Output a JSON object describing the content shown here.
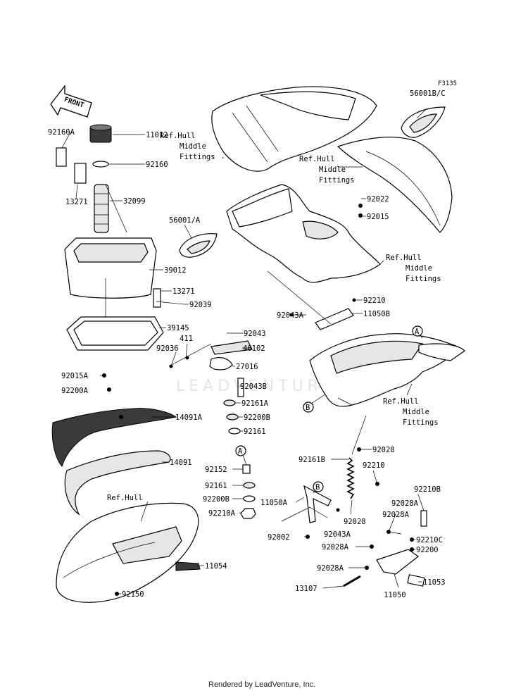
{
  "diagram_code": "F3135",
  "front_arrow_label": "FRONT",
  "watermark": "LEADVENTURE",
  "footer": "Rendered by LeadVenture, Inc.",
  "refs": {
    "ref_hull_1": [
      "Ref.Hull",
      "Middle",
      "Fittings"
    ],
    "ref_hull_2": [
      "Ref.Hull",
      "Middle",
      "Fittings"
    ],
    "ref_hull_3": [
      "Ref.Hull",
      "Middle",
      "Fittings"
    ],
    "ref_hull_4": [
      "Ref.Hull",
      "Middle",
      "Fittings"
    ],
    "ref_hull_5": "Ref.Hull"
  },
  "markers": {
    "a1": "A",
    "a2": "A",
    "b1": "B",
    "b2": "B"
  },
  "parts": {
    "p92160A": "92160A",
    "p11012": "11012",
    "p92160": "92160",
    "p13271a": "13271",
    "p32099": "32099",
    "p56001BC": "56001B/C",
    "p92022": "92022",
    "p92015": "92015",
    "p56001A": "56001/A",
    "p39012": "39012",
    "p13271b": "13271",
    "p92039": "92039",
    "p92210a": "92210",
    "p11050B": "11050B",
    "p92043A_a": "92043A",
    "p39145": "39145",
    "p92043": "92043",
    "p411": "411",
    "p92036": "92036",
    "p46102": "46102",
    "p27016": "27016",
    "p92015A": "92015A",
    "p92200A": "92200A",
    "p92043B": "92043B",
    "p92161A": "92161A",
    "p92200Ba": "92200B",
    "p92161a": "92161",
    "p14091A": "14091A",
    "p14091": "14091",
    "p92152": "92152",
    "p92161b": "92161",
    "p92200Bb": "92200B",
    "p92210A": "92210A",
    "p92161B": "92161B",
    "p92028a": "92028",
    "p92210b": "92210",
    "p92210B": "92210B",
    "p11050A": "11050A",
    "p92028b": "92028",
    "p92028A_a": "92028A",
    "p92028A_b": "92028A",
    "p92210C": "92210C",
    "p92002": "92002",
    "p92043A_b": "92043A",
    "p92028A_c": "92028A",
    "p92200": "92200",
    "p92028A_d": "92028A",
    "p11054": "11054",
    "p92150": "92150",
    "p13107": "13107",
    "p11050": "11050",
    "p11053": "11053"
  }
}
